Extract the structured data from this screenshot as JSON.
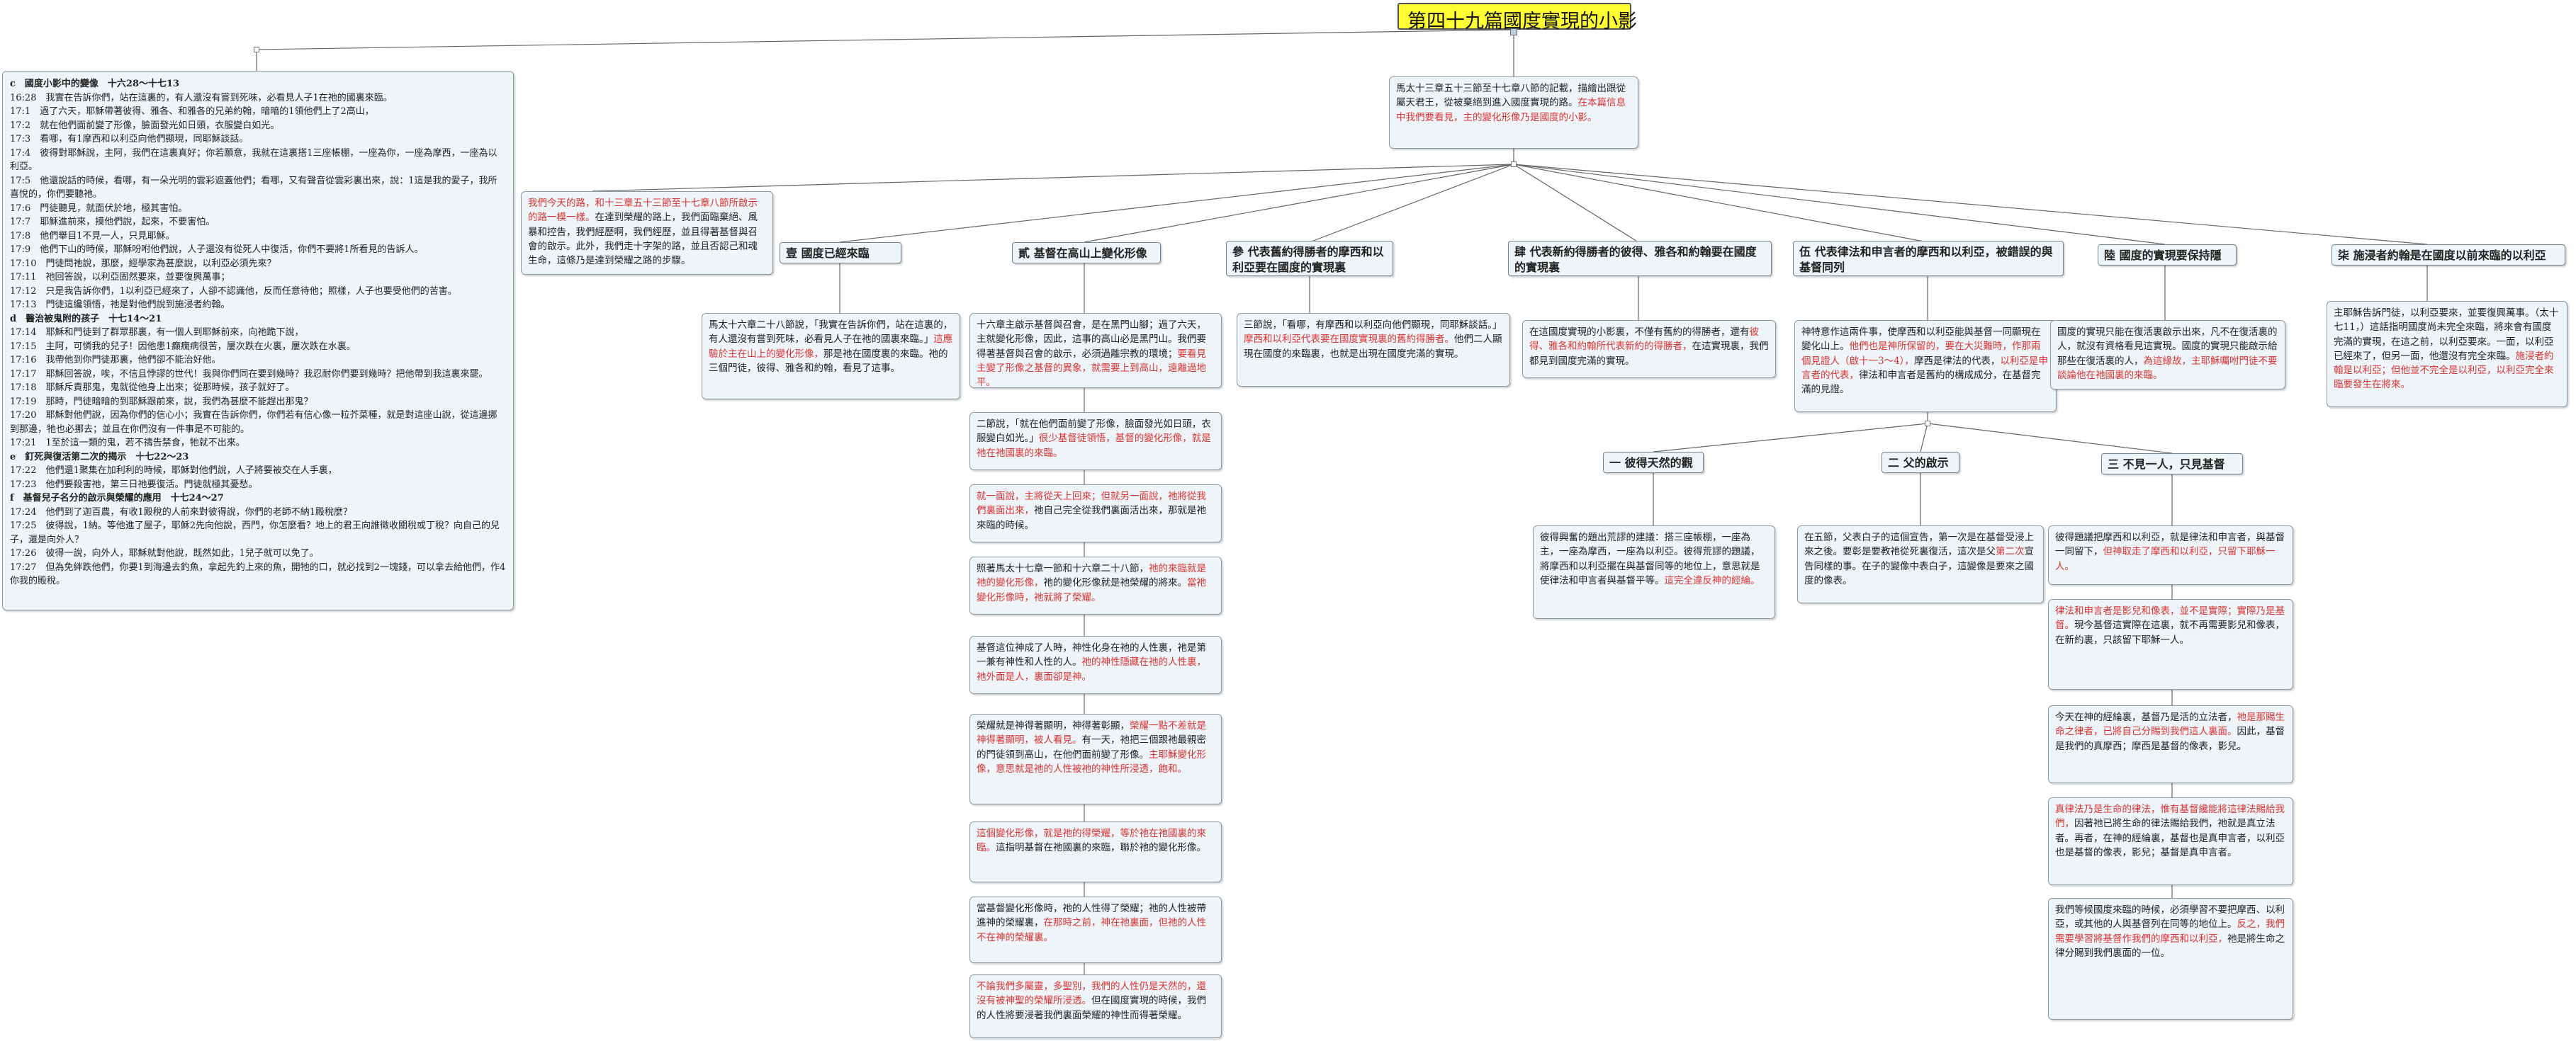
{
  "root": {
    "title": "第四十九篇國度實現的小影"
  },
  "left_panel": {
    "lines": [
      {
        "h": true,
        "t": "c　國度小影中的變像　十六28～十七13"
      },
      {
        "h": false,
        "t": "16:28　我實在告訴你們，站在這裏的，有人還沒有嘗到死味，必看見人子1在祂的國裏來臨。"
      },
      {
        "h": false,
        "t": "17:1　過了六天，耶穌帶著彼得、雅各、和雅各的兄弟約翰，暗暗的1領他們上了2高山，"
      },
      {
        "h": false,
        "t": "17:2　就在他們面前變了形像，臉面發光如日頭，衣服變白如光。"
      },
      {
        "h": false,
        "t": "17:3　看哪，有1摩西和以利亞向他們顯現，同耶穌談話。"
      },
      {
        "h": false,
        "t": "17:4　彼得對耶穌說，主阿，我們在這裏真好；你若願意，我就在這裏搭1三座帳棚，一座為你，一座為摩西，一座為以利亞。"
      },
      {
        "h": false,
        "t": "17:5　他還說話的時候，看哪，有一朵光明的雲彩遮蓋他們；看哪，又有聲音從雲彩裏出來，說：1這是我的愛子，我所喜悅的，你們要聽祂。"
      },
      {
        "h": false,
        "t": "17:6　門徒聽見，就面伏於地，極其害怕。"
      },
      {
        "h": false,
        "t": "17:7　耶穌進前來，摸他們說，起來，不要害怕。"
      },
      {
        "h": false,
        "t": "17:8　他們舉目1不見一人，只見耶穌。"
      },
      {
        "h": false,
        "t": "17:9　他們下山的時候，耶穌吩咐他們說，人子還沒有從死人中復活，你們不要將1所看見的告訴人。"
      },
      {
        "h": false,
        "t": "17:10　門徒問祂說，那麼，經學家為甚麼說，以利亞必須先來？"
      },
      {
        "h": false,
        "t": "17:11　祂回答說，以利亞固然要來，並要復興萬事；"
      },
      {
        "h": false,
        "t": "17:12　只是我告訴你們，1以利亞已經來了，人卻不認識他，反而任意待他；照樣，人子也要受他們的苦害。"
      },
      {
        "h": false,
        "t": "17:13　門徒這纔領悟，祂是對他們說到施浸者約翰。"
      },
      {
        "h": true,
        "t": "d　醫治被鬼附的孩子　十七14～21"
      },
      {
        "h": false,
        "t": "17:14　耶穌和門徒到了群眾那裏，有一個人到耶穌前來，向祂跪下說，"
      },
      {
        "h": false,
        "t": "17:15　主阿，可憐我的兒子！因他患1癲癇病很苦，屢次跌在火裏，屢次跌在水裏。"
      },
      {
        "h": false,
        "t": "17:16　我帶他到你門徒那裏，他們卻不能治好他。"
      },
      {
        "h": false,
        "t": "17:17　耶穌回答說，唉，不信且悖謬的世代！我與你們同在要到幾時？我忍耐你們要到幾時？把他帶到我這裏來罷。"
      },
      {
        "h": false,
        "t": "17:18　耶穌斥責那鬼，鬼就從他身上出來；從那時候，孩子就好了。"
      },
      {
        "h": false,
        "t": "17:19　那時，門徒暗暗的到耶穌跟前來，說，我們為甚麼不能趕出那鬼？"
      },
      {
        "h": false,
        "t": "17:20　耶穌對他們說，因為你們的信心小；我實在告訴你們，你們若有信心像一粒芥菜種，就是對這座山說，從這邊挪到那邊，牠也必挪去；並且在你們沒有一件事是不可能的。"
      },
      {
        "h": false,
        "t": "17:21　1至於這一類的鬼，若不禱告禁食，牠就不出來。"
      },
      {
        "h": true,
        "t": "e　釘死與復活第二次的揭示　十七22～23"
      },
      {
        "h": false,
        "t": "17:22　他們還1聚集在加利利的時候，耶穌對他們說，人子將要被交在人手裏，"
      },
      {
        "h": false,
        "t": "17:23　他們要殺害祂，第三日祂要復活。門徒就極其憂愁。"
      },
      {
        "h": true,
        "t": "f　基督兒子名分的啟示與榮耀的應用　十七24～27"
      },
      {
        "h": false,
        "t": "17:24　他們到了迦百農，有收1殿稅的人前來對彼得說，你們的老師不納1殿稅麼？"
      },
      {
        "h": false,
        "t": "17:25　彼得說，1納。等他進了屋子，耶穌2先向他說，西門，你怎麼看？地上的君王向誰徵收關稅或丁稅？向自己的兒子，還是向外人？"
      },
      {
        "h": false,
        "t": "17:26　彼得一說，向外人，耶穌就對他說，既然如此，1兒子就可以免了。"
      },
      {
        "h": false,
        "t": "17:27　但為免絆跌他們，你要1到海邊去釣魚，拿起先釣上來的魚，開牠的口，就必找到2一塊錢，可以拿去給他們，作4你我的殿稅。"
      }
    ]
  },
  "intro": {
    "text_a": "馬太十三章五十三節至十七章八節的記載，描繪出跟從屬天君王，從被棄絕到進入國度實現的路。",
    "text_red": "在本篇信息中我們要看見，主的變化形像乃是國度的小影。"
  },
  "red_intro": {
    "text_red": "我們今天的路，和十三章五十三節至十七章八節所啟示的路一模一樣。",
    "text_b": "在達到榮耀的路上，我們面臨棄絕、風暴和控告，我們經歷啊，我們經歷，並且得著基督與召會的啟示。此外，我們走十字架的路，並且否認己和魂生命，這條乃是達到榮耀之路的步驟。"
  },
  "topics": {
    "t1": "壹 國度已經來臨",
    "t2": "貳 基督在高山上變化形像",
    "t3": "參 代表舊約得勝者的摩西和以利亞要在國度的實現裏",
    "t4": "肆 代表新約得勝者的彼得、雅各和約翰要在國度的實現裏",
    "t5": "伍 代表律法和申言者的摩西和以利亞，被錯誤的與基督同列",
    "t6": "陸 國度的實現要保持隱密",
    "t7": "柒 施浸者約翰是在國度以前來臨的以利亞"
  },
  "t1_note": {
    "text_a": "馬太十六章二十八節說，「我實在告訴你們，站在這裏的，有人還沒有嘗到死味，必看見人子在祂的國裏來臨。」",
    "text_red": "這應驗於主在山上的變化形像，",
    "text_b": "那是祂在國度裏的來臨。祂的三個門徒，彼得、雅各和約翰，看見了這事。"
  },
  "t2_notes": [
    {
      "text_a": "十六章主啟示基督與召會，是在黑門山腳；過了六天，主就變化形像，因此，這事的高山必是黑門山。我們要得著基督與召會的啟示，必須過離宗教的環境；",
      "text_red": "要看見主變了形像之基督的異象，就需要上到高山，遠離過地平。",
      "text_b": ""
    },
    {
      "text_a": "二節說，「就在他們面前變了形像，臉面發光如日頭，衣服變白如光。」",
      "text_red": "很少基督徒領悟，基督的變化形像，就是祂在祂國裏的來臨。",
      "text_b": ""
    },
    {
      "text_a": "",
      "text_red": "就一面說，主將從天上回來；但就另一面說，祂將從我們裏面出來，",
      "text_b": "祂自己完全從我們裏面活出來，那就是祂來臨的時候。"
    },
    {
      "text_a": "照著馬太十七章一節和十六章二十八節，",
      "text_red": "祂的來臨就是祂的變化形像，",
      "text_b": "祂的變化形像就是祂榮耀的將來。",
      "text_red2": "當祂變化形像時，祂就將了榮耀。"
    },
    {
      "text_a": "基督這位神成了人時，神性化身在祂的人性裏，祂是第一兼有神性和人性的人。",
      "text_red": "祂的神性隱藏在祂的人性裏，祂外面是人，裏面卻是神。",
      "text_b": ""
    },
    {
      "text_a": "榮耀就是神得著顯明，神得著彰顯，",
      "text_red": "榮耀一點不差就是神得著顯明，被人看見。",
      "text_b": "有一天，祂把三個跟祂最親密的門徒領到高山，在他們面前變了形像。",
      "text_red2": "主耶穌變化形像，意思就是祂的人性被祂的神性所浸透，飽和。"
    },
    {
      "text_a": "",
      "text_red": "這個變化形像，就是祂的得榮耀，等於祂在祂國裏的來臨。",
      "text_b": "這指明基督在祂國裏的來臨，聯於祂的變化形像。"
    },
    {
      "text_a": "當基督變化形像時，祂的人性得了榮耀；祂的人性被帶進神的榮耀裏，",
      "text_red": "在那時之前，神在祂裏面，但祂的人性不在神的榮耀裏。",
      "text_b": ""
    },
    {
      "text_a": "",
      "text_red": "不論我們多屬靈，多聖別，我們的人性仍是天然的，還沒有被神聖的榮耀所浸透。",
      "text_b": "但在國度實現的時候，我們的人性將要浸著我們裏面榮耀的神性而得著榮耀。"
    }
  ],
  "t3_note": {
    "text_a": "三節說，「看哪，有摩西和以利亞向他們顯現，同耶穌談話。」",
    "text_red": "摩西和以利亞代表要在國度實現裏的舊約得勝者。",
    "text_b": "他們二人顯現在國度的來臨裏，也就是出現在國度完滿的實現。"
  },
  "t4_note": {
    "text_a": "在這國度實現的小影裏，不僅有舊約的得勝者，還有",
    "text_red": "彼得、雅各和約翰所代表新約的得勝者，",
    "text_b": "在這實現裏，我們都見到國度完滿的實現。"
  },
  "t5_note": {
    "text_a": "神特意作這兩件事，使摩西和以利亞能與基督一同顯現在變化山上。",
    "text_red": "他們也是神所保留的，要在大災難時，作那兩個見證人（啟十一3～4），",
    "text_b": "摩西是律法的代表，",
    "text_red2": "以利亞是申言者的代表，",
    "text_c": "律法和申言者是舊約的構成成分，在基督完滿的見證。"
  },
  "t6_note": {
    "text_a": "國度的實現只能在復活裏啟示出來，凡不在復活裏的人，就沒有資格看見這實現。國度的實現只能啟示給那些在復活裏的人，",
    "text_red": "為這緣故，主耶穌囑咐門徒不要談論他在祂國裏的來臨。"
  },
  "t7_note": {
    "text_a": "主耶穌告訴門徒，以利亞要來，並要復興萬事。（太十七11，）這話指明國度尚未完全來臨，將來會有國度完滿的實現，在這之前，以利亞要來。一面，以利亞已經來了，但另一面，他還沒有完全來臨。",
    "text_red": "施浸者約翰是以利亞；但他並不完全是以利亞，以利亞完全來臨要發生在將來。"
  },
  "t5_subs": {
    "s1": "一 彼得天然的觀念",
    "s2": "二 父的啟示",
    "s3": "三 不見一人，只見基督"
  },
  "s1_note": {
    "text_a": "彼得興奮的題出荒謬的建議：搭三座帳棚，一座為主，一座為摩西，一座為以利亞。彼得荒謬的題議，將摩西和以利亞擺在與基督同等的地位上，意思就是使律法和申言者與基督平等。",
    "text_red": "這完全違反神的經綸。"
  },
  "s2_note": {
    "text_a": "在五節，父表白子的這個宣告，第一次是在基督受浸上來之後。要彰是要教祂從死裏復活，這次是父",
    "text_red": "第二次",
    "text_b": "宣告同樣的事。在子的變像中表白子，這變像是要來之國度的像表。"
  },
  "s3_notes": [
    {
      "text_a": "彼得題議把摩西和以利亞，就是律法和申言者，與基督一同留下，",
      "text_red": "但神取走了摩西和以利亞，只留下耶穌一人。",
      "text_b": ""
    },
    {
      "text_a": "",
      "text_red": "律法和申言者是影兒和像表，並不是實際；實際乃是基督。",
      "text_b": "現今基督這實際在這裏，就不再需要影兒和像表，在新約裏，只該留下耶穌一人。"
    },
    {
      "text_a": "今天在神的經綸裏，基督乃是活的立法者，",
      "text_red": "祂是那賜生命之律者，已將自己分賜到我們這人裏面。",
      "text_b": "因此，基督是我們的真摩西；摩西是基督的像表，影兒。"
    },
    {
      "text_a": "",
      "text_red": "真律法乃是生命的律法，惟有基督纔能將這律法賜給我們，",
      "text_b": "因著祂已將生命的律法賜給我們，祂就是真立法者。再者，在神的經綸裏，基督也是真申言者，以利亞也是基督的像表，影兒；基督是真申言者。"
    },
    {
      "text_a": "我們等候國度來臨的時候，必須學習不要把摩西、以利亞，或其他的人與基督列在同等的地位上。",
      "text_red": "反之，我們需要學習將基督作我們的摩西和以利亞，",
      "text_b": "祂是將生命之律分賜到我們裏面的一位。"
    }
  ]
}
